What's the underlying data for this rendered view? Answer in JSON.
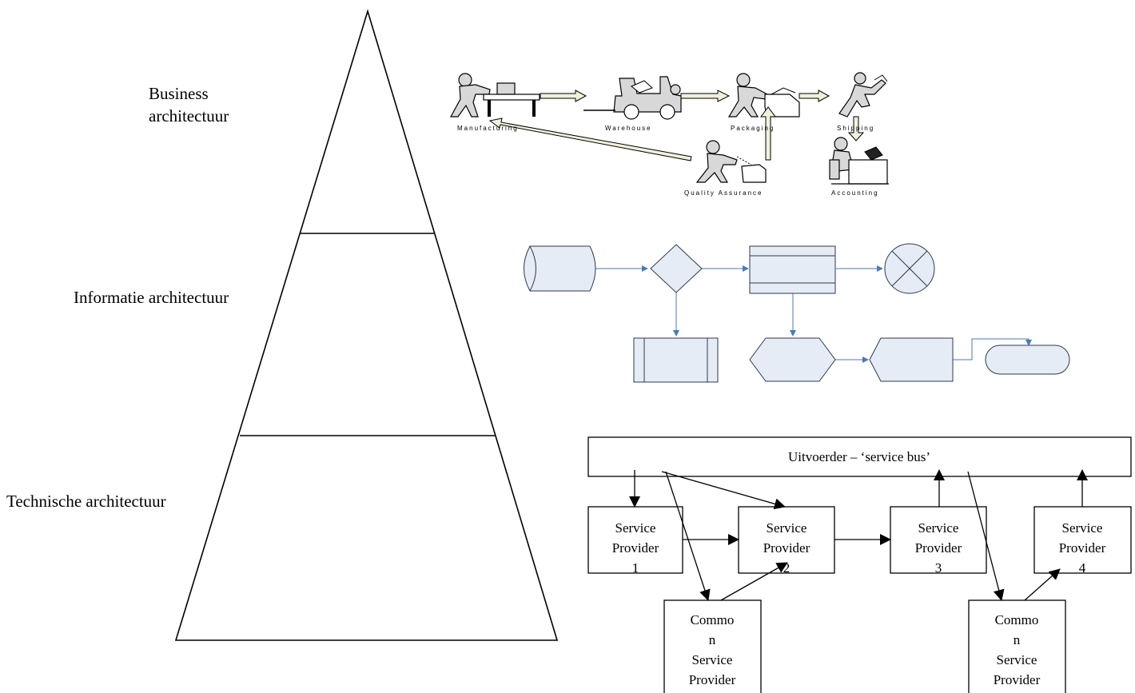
{
  "layers": {
    "business": [
      "Business",
      "architectuur"
    ],
    "information": "Informatie architectuur",
    "technical": "Technische architectuur"
  },
  "business_process": {
    "stations": [
      "Manufacturing",
      "Warehouse",
      "Packaging",
      "Shipping",
      "Quality Assurance",
      "Accounting"
    ]
  },
  "service_bus": {
    "bus_label": "Uitvoerder – ‘service bus’",
    "providers": [
      [
        "Service",
        "Provider",
        "1"
      ],
      [
        "Service",
        "Provider",
        "2"
      ],
      [
        "Service",
        "Provider",
        "3"
      ],
      [
        "Service",
        "Provider",
        "4"
      ]
    ],
    "common_providers": [
      [
        "Commo",
        "n",
        "Service",
        "Provider"
      ],
      [
        "Commo",
        "n",
        "Service",
        "Provider"
      ]
    ]
  }
}
